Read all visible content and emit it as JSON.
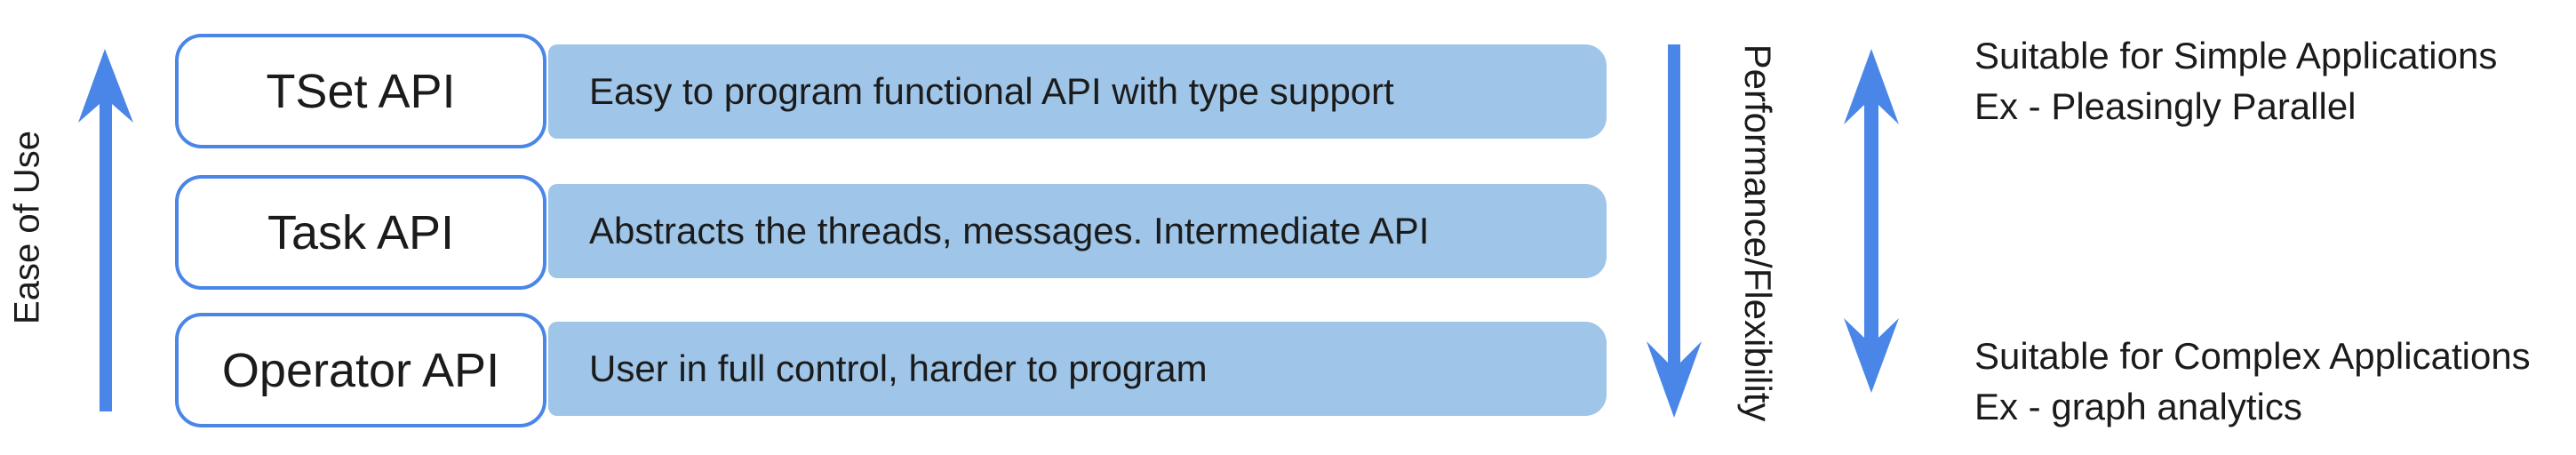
{
  "colors": {
    "arrow_blue": "#4a86e8",
    "bar_blue": "#9fc5e8",
    "box_border": "#4a86e8",
    "text": "#1b1b1b"
  },
  "left_axis": {
    "label": "Ease of Use"
  },
  "right_axis": {
    "label": "Performance/Flexibility"
  },
  "rows": [
    {
      "api": "TSet API",
      "description": "Easy to program functional API with type support"
    },
    {
      "api": "Task API",
      "description": "Abstracts the threads, messages. Intermediate API"
    },
    {
      "api": "Operator API",
      "description": "User in full control, harder to program"
    }
  ],
  "annotations": {
    "top": {
      "line1": "Suitable for Simple Applications",
      "line2": "Ex - Pleasingly Parallel"
    },
    "bottom": {
      "line1": "Suitable for Complex Applications",
      "line2": "Ex - graph analytics"
    }
  }
}
